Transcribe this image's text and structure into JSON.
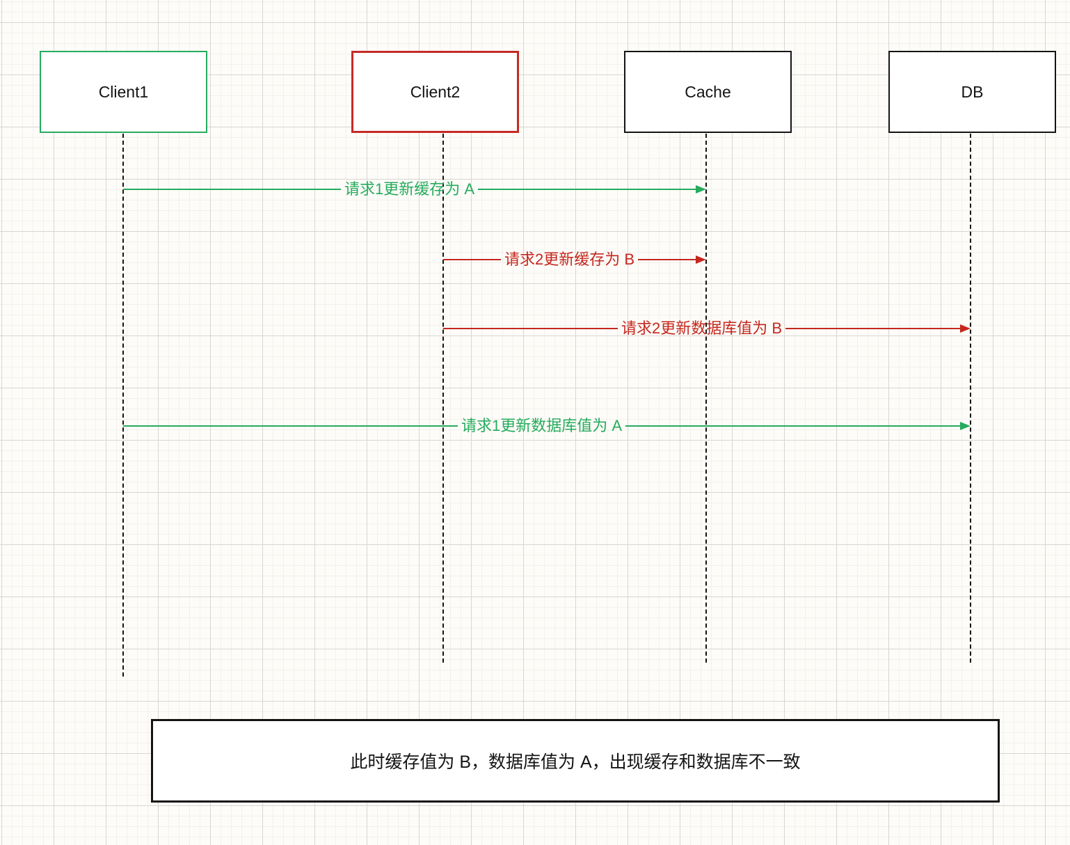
{
  "diagram": {
    "type": "sequence-diagram",
    "colors": {
      "green": "#26ab5d",
      "red": "#c5271e",
      "black": "#141414",
      "background": "#fdfcf8",
      "grid_minor": "#f2f1ee",
      "grid_major": "#d8d6d2"
    },
    "actors": [
      {
        "id": "client1",
        "label": "Client1",
        "border_color": "#26ab5d"
      },
      {
        "id": "client2",
        "label": "Client2",
        "border_color": "#c62a25"
      },
      {
        "id": "cache",
        "label": "Cache",
        "border_color": "#141414"
      },
      {
        "id": "db",
        "label": "DB",
        "border_color": "#141414"
      }
    ],
    "messages": [
      {
        "from": "client1",
        "to": "cache",
        "label": "请求1更新缓存为 A",
        "color": "#26ab5d"
      },
      {
        "from": "client2",
        "to": "cache",
        "label": "请求2更新缓存为 B",
        "color": "#c5271e"
      },
      {
        "from": "client2",
        "to": "db",
        "label": "请求2更新数据库值为 B",
        "color": "#c5271e"
      },
      {
        "from": "client1",
        "to": "db",
        "label": "请求1更新数据库值为 A",
        "color": "#26ab5d"
      }
    ],
    "note": {
      "text": "此时缓存值为 B，数据库值为 A，出现缓存和数据库不一致"
    }
  }
}
